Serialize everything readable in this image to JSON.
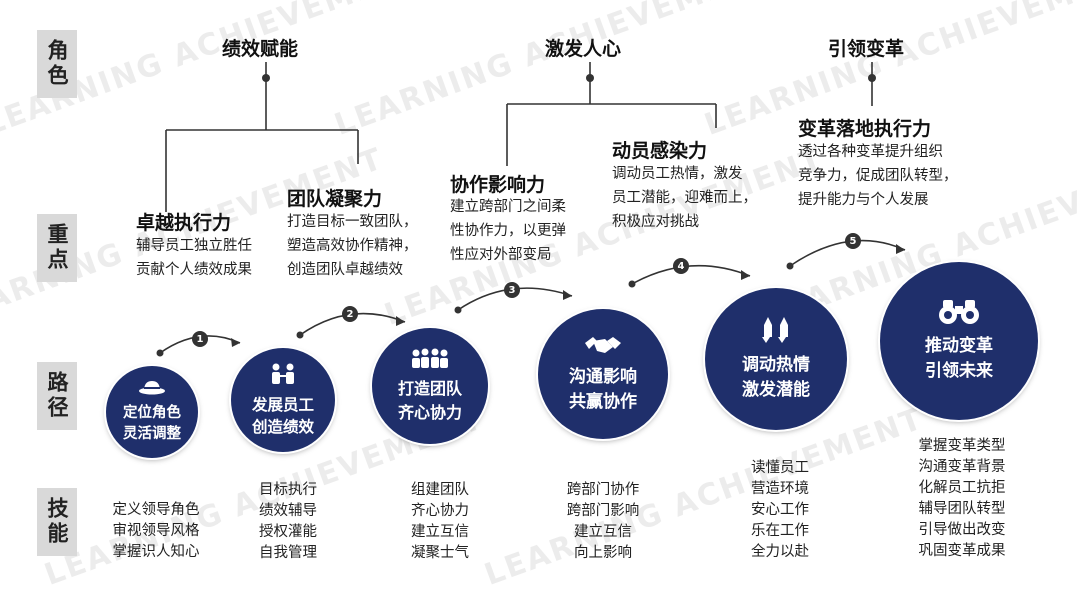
{
  "side_labels": {
    "role": "角色",
    "focus": "重点",
    "path": "路径",
    "skills": "技能"
  },
  "roles": [
    "绩效赋能",
    "激发人心",
    "引领变革"
  ],
  "focus": [
    {
      "title": "卓越执行力",
      "desc": "辅导员工独立胜任\n贡献个人绩效成果"
    },
    {
      "title": "团队凝聚力",
      "desc": "打造目标一致团队，\n塑造高效协作精神，\n创造团队卓越绩效"
    },
    {
      "title": "协作影响力",
      "desc": "建立跨部门之间柔\n性协作力，以更弹\n性应对外部变局"
    },
    {
      "title": "动员感染力",
      "desc": "调动员工热情，激发\n员工潜能，迎难而上，\n积极应对挑战"
    },
    {
      "title": "变革落地执行力",
      "desc": "透过各种变革提升组织\n竞争力，促成团队转型，\n提升能力与个人发展"
    }
  ],
  "steps": [
    {
      "number": "1",
      "label": "定位角色\n灵活调整",
      "icon": "hat-icon",
      "skills": [
        "定义领导角色",
        "审视领导风格",
        "掌握识人知心"
      ]
    },
    {
      "number": "2",
      "label": "发展员工\n创造绩效",
      "icon": "coaching-icon",
      "skills": [
        "目标执行",
        "绩效辅导",
        "授权灌能",
        "自我管理"
      ]
    },
    {
      "number": "3",
      "label": "打造团队\n齐心协力",
      "icon": "team-icon",
      "skills": [
        "组建团队",
        "齐心协力",
        "建立互信",
        "凝聚士气"
      ]
    },
    {
      "number": "4",
      "label": "沟通影响\n共赢协作",
      "icon": "handshake-icon",
      "skills": [
        "跨部门协作",
        "跨部门影响",
        "建立互信",
        "向上影响"
      ]
    },
    {
      "number": "5",
      "label": "调动热情\n激发潜能",
      "icon": "rocket-icon",
      "skills": [
        "读懂员工",
        "营造环境",
        "安心工作",
        "乐在工作",
        "全力以赴"
      ]
    },
    {
      "number": "",
      "label": "推动变革\n引领未来",
      "icon": "binoculars-icon",
      "skills": [
        "掌握变革类型",
        "沟通变革背景",
        "化解员工抗拒",
        "辅导团队转型",
        "引导做出改变",
        "巩固变革成果"
      ]
    }
  ],
  "watermark": "LEARNING ACHIEVEMENT",
  "colors": {
    "circle": "#1f2f6b",
    "label_bg": "#d9d9d9",
    "connector": "#333333"
  }
}
